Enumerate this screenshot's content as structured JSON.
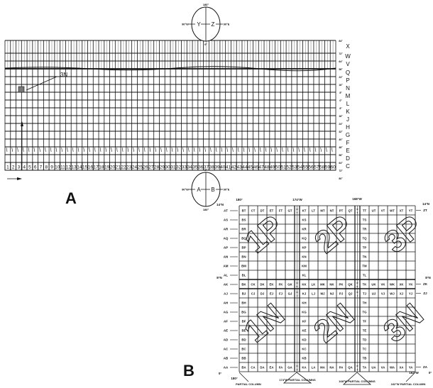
{
  "figure_a": {
    "label": "A",
    "band_letters": [
      "X",
      "W",
      "V",
      "Q",
      "P",
      "N",
      "M",
      "L",
      "K",
      "J",
      "H",
      "G",
      "F",
      "E",
      "D",
      "C"
    ],
    "band_degrees": [
      "84°",
      "72°",
      "64°",
      "56°",
      "24°",
      "16°",
      "8°",
      "0°",
      "8°",
      "16°",
      "24°",
      "32°",
      "40°",
      "48°",
      "56°",
      "64°",
      "72°",
      "80°"
    ],
    "zone_numbers": [
      "1",
      "2",
      "3",
      "4",
      "5",
      "6",
      "7",
      "8",
      "9",
      "10",
      "11",
      "12",
      "13",
      "14",
      "15",
      "16",
      "17",
      "18",
      "19",
      "20",
      "21",
      "22",
      "23",
      "24",
      "25",
      "26",
      "27",
      "28",
      "29",
      "30",
      "31",
      "32",
      "33",
      "34",
      "35",
      "36",
      "37",
      "38",
      "39",
      "40",
      "41",
      "42",
      "43",
      "44",
      "45",
      "46",
      "47",
      "48",
      "49",
      "50",
      "51",
      "52",
      "53",
      "54",
      "55",
      "56",
      "57",
      "58",
      "59",
      "60"
    ],
    "callout": "3N",
    "north_polar": {
      "top": "180°",
      "left": "90°W",
      "right": "90°E",
      "bottom": "0°",
      "west_zone": "Y",
      "east_zone": "Z"
    },
    "south_polar": {
      "top": "0°",
      "left": "90°W",
      "right": "90°E",
      "bottom": "180°",
      "west_zone": "A",
      "east_zone": "B"
    }
  },
  "figure_b": {
    "label": "B",
    "top_meridians": [
      "180°",
      "174°W",
      "168°W"
    ],
    "corner_labels": {
      "nw": "14°N",
      "ne": "14°N",
      "w_mid": "8°N",
      "e_mid": "8°N",
      "sw": "0°",
      "se": "0°",
      "bottom_left": "180°",
      "bottom_right": "162°W"
    },
    "row_letters": [
      "AT",
      "AS",
      "AR",
      "AQ",
      "AP",
      "AN",
      "AM",
      "AL",
      "AK",
      "AJ",
      "AH",
      "AG",
      "AF",
      "AE",
      "AD",
      "AC",
      "AB",
      "AA"
    ],
    "right_row_labels": {
      "top": "ZT",
      "mid1": "ZK",
      "mid2": "ZJ",
      "bottom": "ZA"
    },
    "square_letters": [
      "T",
      "S",
      "R",
      "Q",
      "P",
      "N",
      "M",
      "L",
      "K",
      "J",
      "H",
      "G",
      "F",
      "E",
      "D",
      "C",
      "B",
      "A"
    ],
    "zone_columns": [
      [
        "B",
        "C",
        "D",
        "E",
        "F",
        "G"
      ],
      [
        "K",
        "L",
        "M",
        "N",
        "P",
        "Q"
      ],
      [
        "T",
        "U",
        "V",
        "W",
        "X",
        "Y"
      ]
    ],
    "partial_pairs": [
      [
        "H",
        "J"
      ],
      [
        "R",
        "S"
      ]
    ],
    "zone_labels": [
      "1P",
      "2P",
      "3P",
      "1N",
      "2N",
      "3N"
    ],
    "partial_labels": [
      "PARTIAL COLUMN",
      "174°W PARTIAL COLUMNS",
      "168°W PARTIAL COLUMNS",
      "162°W PARTIAL COLUMN"
    ]
  }
}
